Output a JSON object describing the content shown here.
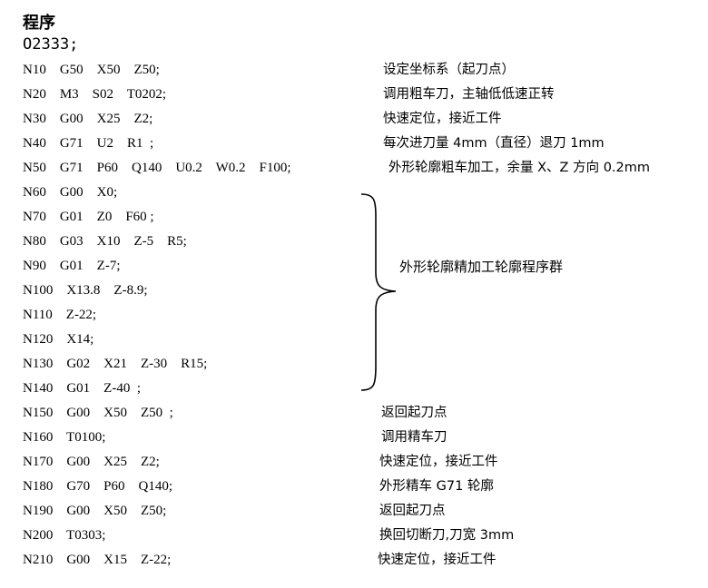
{
  "title": "程序",
  "program_number": "O2333;",
  "lines": [
    {
      "code": "N10    G50    X50    Z50;",
      "comment": "设定坐标系（起刀点）"
    },
    {
      "code": "N20    M3    S02    T0202;",
      "comment": "调用粗车刀，主轴低低速正转"
    },
    {
      "code": "N30    G00    X25    Z2;",
      "comment": "快速定位，接近工件"
    },
    {
      "code": "N40    G71    U2    R1  ;",
      "comment": "每次进刀量 4mm（直径）退刀 1mm"
    },
    {
      "code": "N50    G71    P60    Q140    U0.2    W0.2    F100;",
      "comment": "外形轮廓粗车加工，余量 X、Z 方向 0.2mm"
    },
    {
      "code": "N60    G00    X0;",
      "comment": ""
    },
    {
      "code": "N70    G01    Z0    F60 ;",
      "comment": ""
    },
    {
      "code": "N80    G03    X10    Z-5    R5;",
      "comment": ""
    },
    {
      "code": "N90    G01    Z-7;",
      "comment": ""
    },
    {
      "code": "N100    X13.8    Z-8.9;",
      "comment": ""
    },
    {
      "code": "N110    Z-22;",
      "comment": ""
    },
    {
      "code": "N120    X14;",
      "comment": ""
    },
    {
      "code": "N130    G02    X21    Z-30    R15;",
      "comment": ""
    },
    {
      "code": "N140    G01    Z-40  ;",
      "comment": ""
    },
    {
      "code": "N150    G00    X50    Z50  ;",
      "comment": "返回起刀点"
    },
    {
      "code": "N160    T0100;",
      "comment": "调用精车刀"
    },
    {
      "code": "N170    G00    X25    Z2;",
      "comment": "快速定位，接近工件"
    },
    {
      "code": "N180    G70    P60    Q140;",
      "comment": "外形精车 G71 轮廓"
    },
    {
      "code": "N190    G00    X50    Z50;",
      "comment": "返回起刀点"
    },
    {
      "code": "N200    T0303;",
      "comment": "换回切断刀,刀宽 3mm"
    },
    {
      "code": "N210    G00    X15    Z-22;",
      "comment": "快速定位，接近工件"
    }
  ],
  "group_comment": "外形轮廓精加工轮廓程序群"
}
